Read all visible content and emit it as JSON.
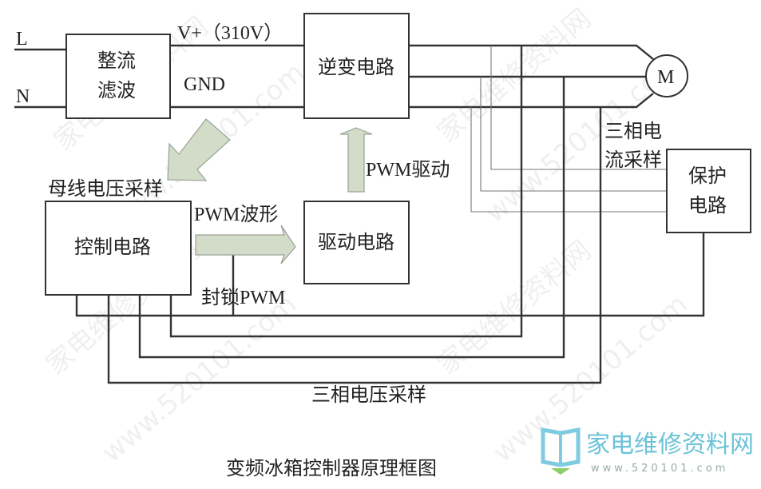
{
  "inputs": {
    "line_L": "L",
    "line_N": "N"
  },
  "blocks": {
    "rectifier": [
      "整流",
      "滤波"
    ],
    "inverter": "逆变电路",
    "control": "控制电路",
    "driver": "驱动电路",
    "protection": [
      "保护",
      "电路"
    ],
    "motor": "M"
  },
  "labels": {
    "vplus": "V+（310V）",
    "gnd": "GND",
    "bus_voltage_sampling": "母线电压采样",
    "pwm_waveform": "PWM波形",
    "pwm_drive": "PWM驱动",
    "lock_pwm": "封锁PWM",
    "three_phase_current": [
      "三相电",
      "流采样"
    ],
    "three_phase_voltage": "三相电压采样"
  },
  "title": "变频冰箱控制器原理框图",
  "watermark": {
    "site_name": "家电维修资料网",
    "url": "www.520101.com"
  },
  "logo": {
    "name": "家电维修资料网",
    "url": "www.520101.com"
  }
}
